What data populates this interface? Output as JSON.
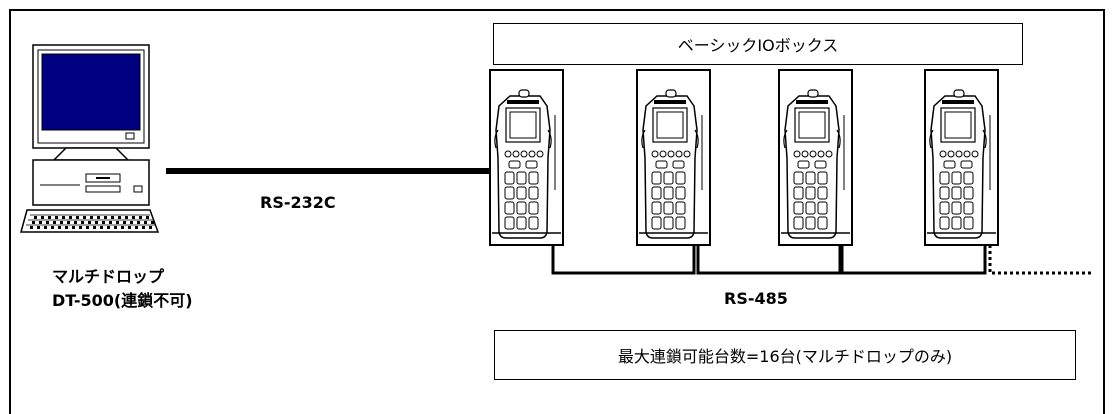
{
  "labels": {
    "io_box": "ベーシックIOボックス",
    "rs232c": "RS-232C",
    "rs485": "RS-485",
    "pc_line1": "マルチドロップ",
    "pc_line2": "DT-500(連鎖不可)",
    "max_chain": "最大連鎖可能台数=16台(マルチドロップのみ)"
  },
  "devices": [
    "handy-terminal-1",
    "handy-terminal-2",
    "handy-terminal-3",
    "handy-terminal-4"
  ]
}
